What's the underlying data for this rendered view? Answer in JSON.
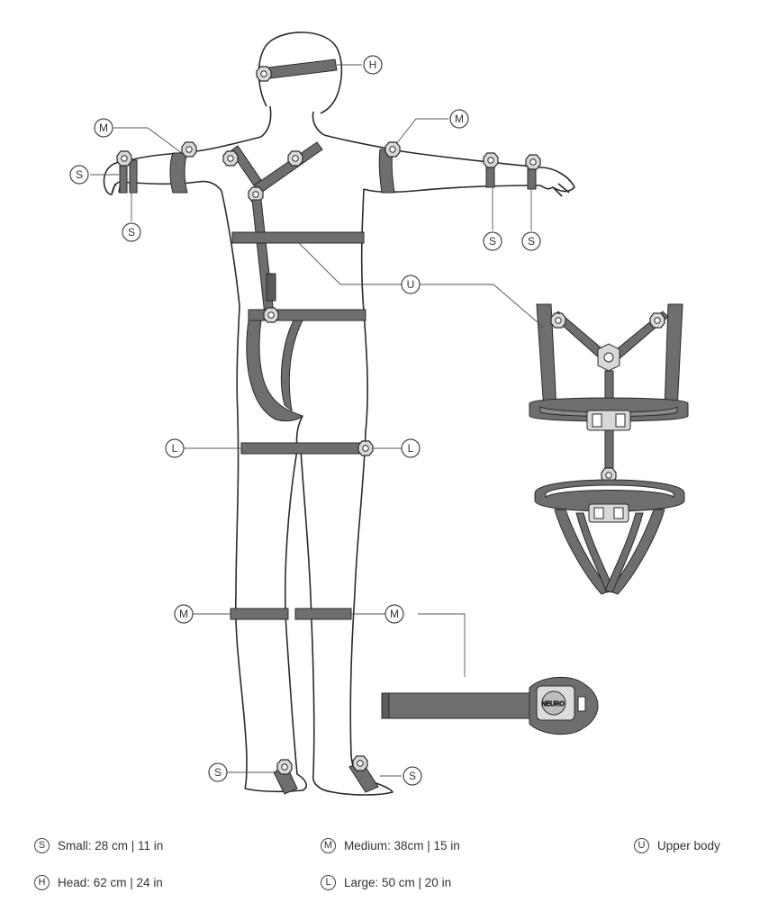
{
  "callouts": {
    "head": "H",
    "medium_upper_left": "M",
    "medium_upper_right": "M",
    "small_left_wrist_a": "S",
    "small_left_wrist_b": "S",
    "small_right_wrist_a": "S",
    "small_right_wrist_b": "S",
    "upper_body": "U",
    "large_left": "L",
    "large_right": "L",
    "medium_knee_left": "M",
    "medium_knee_right": "M",
    "small_ankle_left": "S",
    "small_ankle_right": "S"
  },
  "sensor_logo_text": "NEURO",
  "legend": [
    {
      "code": "S",
      "label": "Small: 28 cm | 11 in"
    },
    {
      "code": "M",
      "label": "Medium: 38cm | 15 in"
    },
    {
      "code": "U",
      "label": "Upper body"
    },
    {
      "code": "H",
      "label": "Head: 62 cm | 24 in"
    },
    {
      "code": "L",
      "label": "Large: 50 cm | 20 in"
    }
  ],
  "colors": {
    "strap": "#6e6e6e",
    "outline": "#2a2a2a",
    "callout_line": "#555555"
  }
}
